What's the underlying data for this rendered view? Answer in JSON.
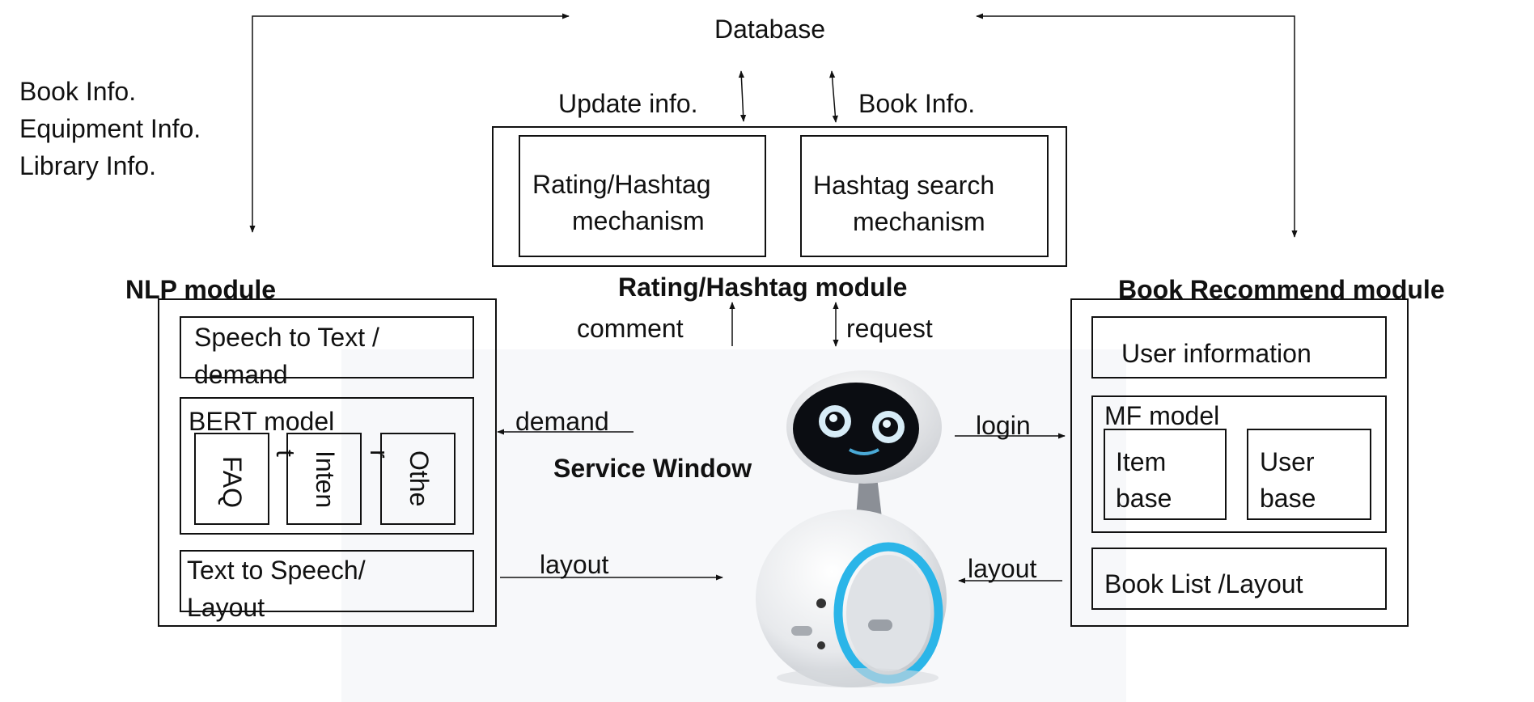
{
  "database": {
    "label": "Database",
    "update_label": "Update info.",
    "book_info_label": "Book Info."
  },
  "info_list": [
    "Book Info.",
    "Equipment Info.",
    "Library Info."
  ],
  "rating_module": {
    "title": "Rating/Hashtag module",
    "box1_line1": "Rating/Hashtag",
    "box1_line2": "mechanism",
    "box2_line1": "Hashtag search",
    "box2_line2": "mechanism",
    "comment_label": "comment",
    "request_label": "request"
  },
  "nlp_module": {
    "title": "NLP module",
    "stt_line1": "Speech to Text  /",
    "stt_line2": "demand",
    "bert_label": "BERT model",
    "faq_label": "FAQ",
    "intent_label": "Inten",
    "intent_wrap": "t",
    "other_label": "Othe",
    "other_wrap": "r",
    "tts_line1": "Text to Speech/",
    "tts_line2": "Layout"
  },
  "service": {
    "title": "Service Window",
    "demand_label": "demand",
    "layout_left_label": "layout",
    "login_label": "login",
    "layout_right_label": "layout"
  },
  "recommend_module": {
    "title": "Book Recommend module",
    "user_info_label": "User information",
    "mf_label": "MF model",
    "item_line1": "Item",
    "item_line2": "base",
    "user_line1": "User",
    "user_line2": "base",
    "book_list_label": "Book List /Layout"
  },
  "colors": {
    "line": "#111111",
    "robot_accent": "#2bb5e8",
    "robot_body": "#e9ebee",
    "robot_face": "#0b0d12"
  }
}
